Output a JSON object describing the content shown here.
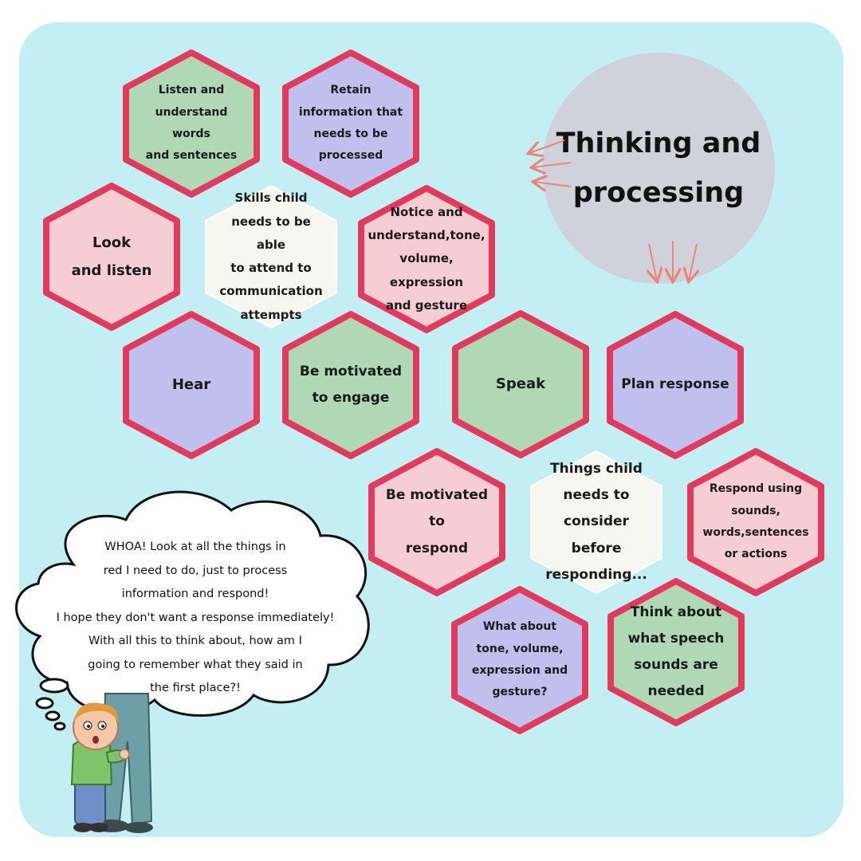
{
  "title": {
    "label": "Thinking and\nprocessing",
    "colors": {
      "circle": "#cfd2db"
    }
  },
  "colors": {
    "background": "#c2eef4",
    "hex_border": "#e23a5c",
    "hex_center_border": "#ffffff",
    "green": "#b0d8b5",
    "lavender": "#c0c0ee",
    "pink": "#f5cdd3",
    "cream": "#f6f8ef",
    "arrow": "#ef8476"
  },
  "hexagons": [
    {
      "id": "listen-understand",
      "fill": "green",
      "text": "Listen and\nunderstand\nwords\nand sentences"
    },
    {
      "id": "retain-information",
      "fill": "lavender",
      "text": "Retain\ninformation that\nneeds to be\nprocessed"
    },
    {
      "id": "look-and-listen",
      "fill": "pink",
      "text": "Look\nand listen"
    },
    {
      "id": "skills-attend",
      "fill": "cream",
      "text": "Skills child\nneeds to be able\nto attend to\ncommunication\nattempts"
    },
    {
      "id": "notice-tone",
      "fill": "pink",
      "text": "Notice and\nunderstand,tone,\nvolume, expression\nand gesture"
    },
    {
      "id": "hear",
      "fill": "lavender",
      "text": "Hear"
    },
    {
      "id": "motivated-engage",
      "fill": "green",
      "text": "Be motivated\nto engage"
    },
    {
      "id": "speak",
      "fill": "green",
      "text": "Speak"
    },
    {
      "id": "plan-response",
      "fill": "lavender",
      "text": "Plan response"
    },
    {
      "id": "motivated-respond",
      "fill": "pink",
      "text": "Be motivated to\nrespond"
    },
    {
      "id": "things-consider",
      "fill": "cream",
      "text": "Things child\nneeds to\nconsider before\nresponding..."
    },
    {
      "id": "respond-using",
      "fill": "pink",
      "text": "Respond using\nsounds,\nwords,sentences\nor actions"
    },
    {
      "id": "what-about-tone",
      "fill": "lavender",
      "text": "What about\ntone, volume,\nexpression and\ngesture?"
    },
    {
      "id": "think-speech-sounds",
      "fill": "green",
      "text": "Think about\nwhat speech\nsounds are\nneeded"
    }
  ],
  "thought_bubble": {
    "text": "WHOA! Look at all the things in\nred I need to do, just to process\ninformation and respond!\nI hope they don't want a response immediately!\nWith all this to think about, how am I\ngoing to remember what they said in\nthe first place?!"
  },
  "illustration": {
    "name": "worried-child-holding-adult-leg"
  }
}
